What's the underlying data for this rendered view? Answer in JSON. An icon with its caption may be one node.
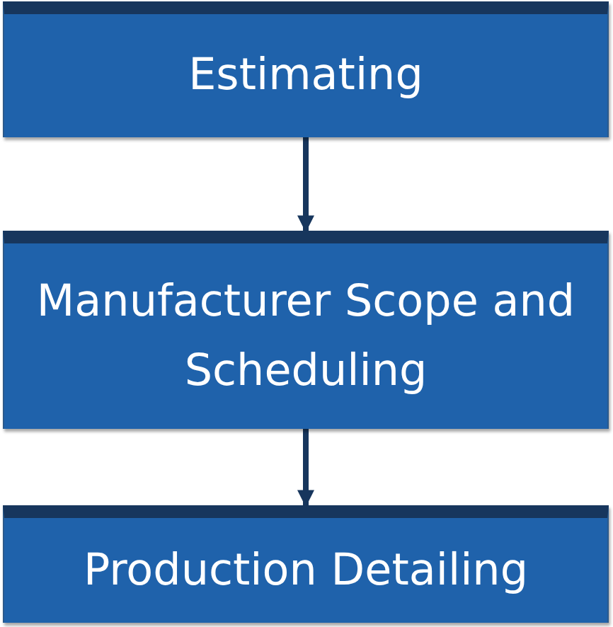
{
  "diagram": {
    "nodes": [
      {
        "text": [
          "Estimating"
        ]
      },
      {
        "text": [
          "Manufacturer Scope and Scheduling"
        ]
      },
      {
        "text": [
          "Production Detailing"
        ]
      }
    ],
    "edges": [
      {
        "from": 0,
        "to": 1,
        "arrow": "to"
      },
      {
        "from": 1,
        "to": 2,
        "arrow": "to"
      }
    ]
  }
}
